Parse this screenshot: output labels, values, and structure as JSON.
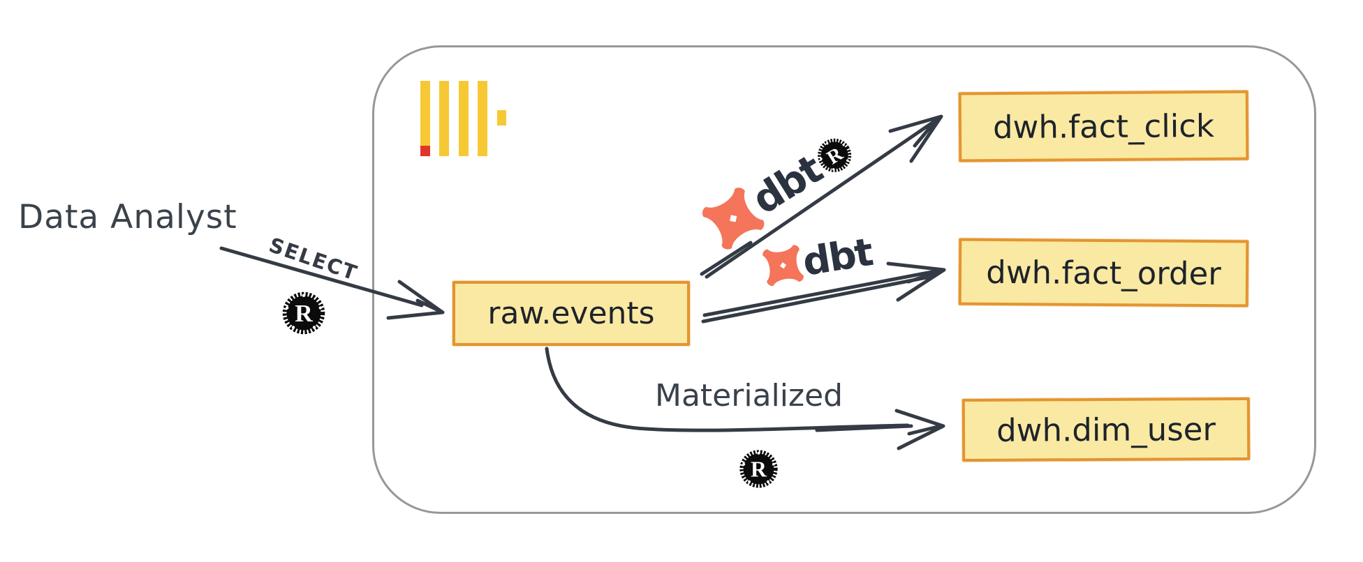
{
  "diagram": {
    "actor_label": "Data Analyst",
    "select_label": "SELECT",
    "materialized_label": "Materialized",
    "source_node": "raw.events",
    "target_nodes": [
      "dwh.fact_click",
      "dwh.fact_order",
      "dwh.dim_user"
    ],
    "dbt_wordmark": "dbt",
    "rust_letter": "R",
    "icons": {
      "top_left": "clickhouse-logo",
      "gear_r": "rust-gear-logo",
      "pinwheel": "dbt-pinwheel-logo"
    },
    "colors": {
      "node_fill": "#FAE9A3",
      "node_border": "#E3952F",
      "ink": "#343B44",
      "container_border": "#95979B",
      "clickhouse_yellow": "#F6C934",
      "clickhouse_red": "#E0352B",
      "dbt_coral": "#F4755A",
      "dbt_navy": "#2B3240",
      "rust_black": "#0B0B0B"
    }
  }
}
